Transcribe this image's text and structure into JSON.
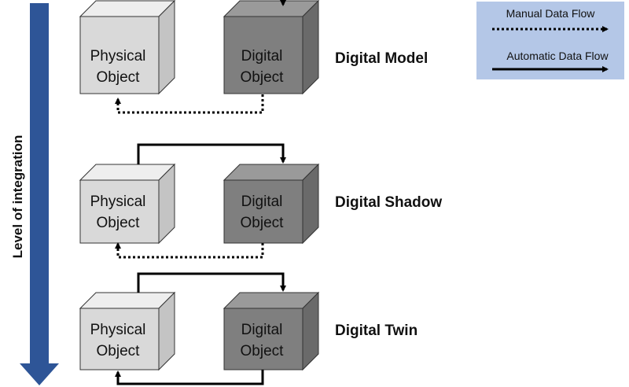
{
  "axis": {
    "label": "Level of integration",
    "color": "#2e5597"
  },
  "colors": {
    "physical_front": "#d9d9d9",
    "physical_top": "#eeeeee",
    "physical_side": "#c4c4c4",
    "digital_front": "#7f7f7f",
    "digital_top": "#9a9a9a",
    "digital_side": "#6a6a6a",
    "legend_bg": "#b4c7e7"
  },
  "levels": [
    {
      "name": "Digital Model",
      "physical": {
        "line1": "Physical",
        "line2": "Object"
      },
      "digital": {
        "line1": "Digital",
        "line2": "Object"
      },
      "to_digital": "manual",
      "to_physical": "manual"
    },
    {
      "name": "Digital Shadow",
      "physical": {
        "line1": "Physical",
        "line2": "Object"
      },
      "digital": {
        "line1": "Digital",
        "line2": "Object"
      },
      "to_digital": "automatic",
      "to_physical": "manual"
    },
    {
      "name": "Digital Twin",
      "physical": {
        "line1": "Physical",
        "line2": "Object"
      },
      "digital": {
        "line1": "Digital",
        "line2": "Object"
      },
      "to_digital": "automatic",
      "to_physical": "automatic"
    }
  ],
  "legend": {
    "manual_label": "Manual Data Flow",
    "automatic_label": "Automatic Data Flow"
  }
}
